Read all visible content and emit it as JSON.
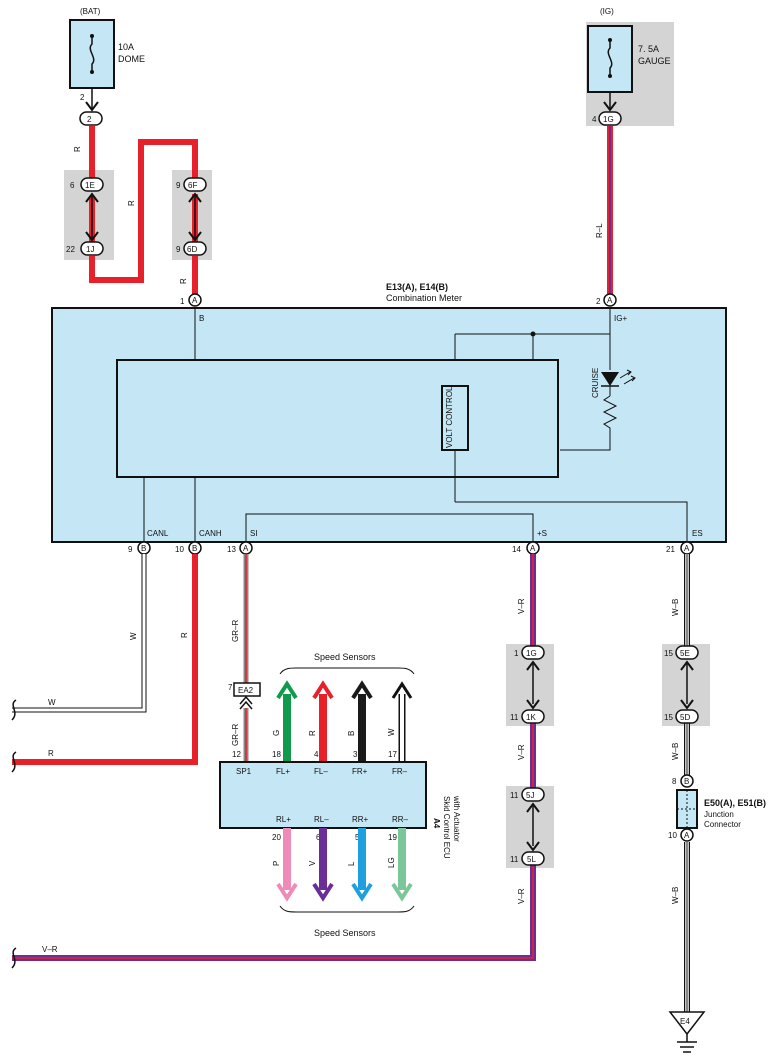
{
  "fuses": {
    "dome": {
      "source": "(BAT)",
      "rating": "10A",
      "name": "DOME",
      "pin": "2",
      "conn": "2"
    },
    "gauge": {
      "source": "(IG)",
      "rating": "7. 5A",
      "name": "GAUGE",
      "pin": "4",
      "conn": "1G"
    }
  },
  "bat_joints": [
    {
      "pin": "6",
      "conn": "1E"
    },
    {
      "pin": "22",
      "conn": "1J"
    },
    {
      "pin": "9",
      "conn": "6F"
    },
    {
      "pin": "9",
      "conn": "6D"
    }
  ],
  "wires": {
    "r": "R",
    "rl": "R–L",
    "w": "W",
    "grr": "GR–R",
    "vr": "V–R",
    "wb": "W–B",
    "g": "G",
    "b": "B",
    "p": "P",
    "v": "V",
    "l": "L",
    "lg": "LG"
  },
  "meter": {
    "title": "E13(A), E14(B)",
    "subtitle": "Combination Meter",
    "volt_control": "VOLT CONTROL",
    "cruise": "CRUISE",
    "pins": {
      "b": {
        "num": "1",
        "conn": "A",
        "label": "B"
      },
      "ig": {
        "num": "2",
        "conn": "A",
        "label": "IG+"
      },
      "canl": {
        "num": "9",
        "conn": "B",
        "label": "CANL"
      },
      "canh": {
        "num": "10",
        "conn": "B",
        "label": "CANH"
      },
      "si": {
        "num": "13",
        "conn": "A",
        "label": "SI"
      },
      "s": {
        "num": "14",
        "conn": "A",
        "label": "+S"
      },
      "es": {
        "num": "21",
        "conn": "A",
        "label": "ES"
      }
    }
  },
  "junction_vr": [
    {
      "pin": "1",
      "conn": "1G"
    },
    {
      "pin": "11",
      "conn": "1K"
    },
    {
      "pin": "11",
      "conn": "5J"
    },
    {
      "pin": "11",
      "conn": "5L"
    }
  ],
  "junction_wb": [
    {
      "pin": "15",
      "conn": "5E"
    },
    {
      "pin": "15",
      "conn": "5D"
    }
  ],
  "ea2": {
    "pin": "7",
    "label": "EA2"
  },
  "ecu": {
    "id": "A4",
    "name": "Skid Control ECU",
    "sub": "with Actuator",
    "speed_sensors": "Speed Sensors",
    "top_pins": [
      {
        "num": "12",
        "label": "SP1"
      },
      {
        "num": "18",
        "label": "FL+"
      },
      {
        "num": "4",
        "label": "FL–"
      },
      {
        "num": "3",
        "label": "FR+"
      },
      {
        "num": "17",
        "label": "FR–"
      }
    ],
    "bottom_pins": [
      {
        "num": "20",
        "label": "RL+"
      },
      {
        "num": "6",
        "label": "RL–"
      },
      {
        "num": "5",
        "label": "RR+"
      },
      {
        "num": "19",
        "label": "RR–"
      }
    ]
  },
  "jconn": {
    "title": "E50(A), E51(B)",
    "name": "Junction",
    "name2": "Connector",
    "top": {
      "num": "8",
      "conn": "B"
    },
    "bottom": {
      "num": "10",
      "conn": "A"
    }
  },
  "ground": "E4",
  "colors": {
    "red": "#e8202a",
    "violet": "#6a2e96",
    "green": "#0f9a4c",
    "black": "#1a1a1a",
    "pink": "#ef8bb8",
    "blue": "#1e9fe0",
    "lightgreen": "#7cc79a",
    "box_fill": "#c4e6f5",
    "gray_fill": "#d4d4d4"
  }
}
